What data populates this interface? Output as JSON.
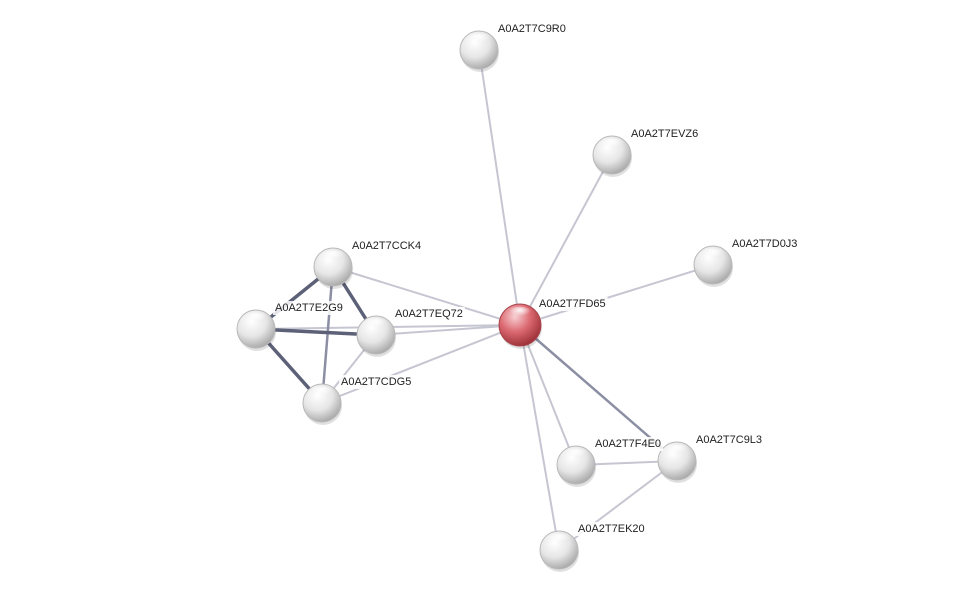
{
  "colors": {
    "query_node": "#d9626a",
    "neighbor_node": "#e4e4e4",
    "edge_weak": "#c6c6d2",
    "edge_strong": "#5d6178",
    "background": "#ffffff"
  },
  "nodes": [
    {
      "id": "A0A2T7FD65",
      "label": "A0A2T7FD65",
      "type": "query"
    },
    {
      "id": "A0A2T7C9R0",
      "label": "A0A2T7C9R0",
      "type": "neighbor"
    },
    {
      "id": "A0A2T7EVZ6",
      "label": "A0A2T7EVZ6",
      "type": "neighbor"
    },
    {
      "id": "A0A2T7D0J3",
      "label": "A0A2T7D0J3",
      "type": "neighbor"
    },
    {
      "id": "A0A2T7CCK4",
      "label": "A0A2T7CCK4",
      "type": "neighbor"
    },
    {
      "id": "A0A2T7E2G9",
      "label": "A0A2T7E2G9",
      "type": "neighbor"
    },
    {
      "id": "A0A2T7EQ72",
      "label": "A0A2T7EQ72",
      "type": "neighbor"
    },
    {
      "id": "A0A2T7CDG5",
      "label": "A0A2T7CDG5",
      "type": "neighbor"
    },
    {
      "id": "A0A2T7F4E0",
      "label": "A0A2T7F4E0",
      "type": "neighbor"
    },
    {
      "id": "A0A2T7C9L3",
      "label": "A0A2T7C9L3",
      "type": "neighbor"
    },
    {
      "id": "A0A2T7EK20",
      "label": "A0A2T7EK20",
      "type": "neighbor"
    }
  ],
  "edges": [
    {
      "source": "A0A2T7FD65",
      "target": "A0A2T7C9R0",
      "strength": "weak"
    },
    {
      "source": "A0A2T7FD65",
      "target": "A0A2T7EVZ6",
      "strength": "weak"
    },
    {
      "source": "A0A2T7FD65",
      "target": "A0A2T7D0J3",
      "strength": "weak"
    },
    {
      "source": "A0A2T7FD65",
      "target": "A0A2T7CCK4",
      "strength": "weak"
    },
    {
      "source": "A0A2T7FD65",
      "target": "A0A2T7E2G9",
      "strength": "weak"
    },
    {
      "source": "A0A2T7FD65",
      "target": "A0A2T7EQ72",
      "strength": "weak"
    },
    {
      "source": "A0A2T7FD65",
      "target": "A0A2T7CDG5",
      "strength": "weak"
    },
    {
      "source": "A0A2T7FD65",
      "target": "A0A2T7F4E0",
      "strength": "weak"
    },
    {
      "source": "A0A2T7FD65",
      "target": "A0A2T7C9L3",
      "strength": "medium"
    },
    {
      "source": "A0A2T7FD65",
      "target": "A0A2T7EK20",
      "strength": "weak"
    },
    {
      "source": "A0A2T7CCK4",
      "target": "A0A2T7E2G9",
      "strength": "strong"
    },
    {
      "source": "A0A2T7CCK4",
      "target": "A0A2T7EQ72",
      "strength": "strong"
    },
    {
      "source": "A0A2T7CCK4",
      "target": "A0A2T7CDG5",
      "strength": "medium"
    },
    {
      "source": "A0A2T7E2G9",
      "target": "A0A2T7EQ72",
      "strength": "strong"
    },
    {
      "source": "A0A2T7E2G9",
      "target": "A0A2T7CDG5",
      "strength": "strong"
    },
    {
      "source": "A0A2T7EQ72",
      "target": "A0A2T7CDG5",
      "strength": "weak"
    },
    {
      "source": "A0A2T7F4E0",
      "target": "A0A2T7C9L3",
      "strength": "weak"
    },
    {
      "source": "A0A2T7C9L3",
      "target": "A0A2T7EK20",
      "strength": "weak"
    }
  ]
}
